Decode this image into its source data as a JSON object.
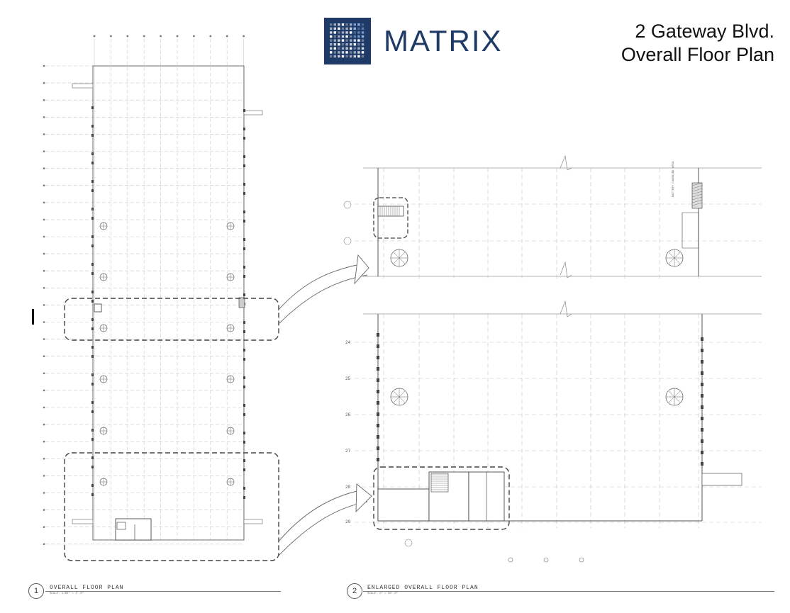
{
  "brand": {
    "logo_text": "MATRIX",
    "logo_color": "#1f3a66"
  },
  "title": {
    "line1": "2 Gateway Blvd.",
    "line2": "Overall Floor Plan"
  },
  "plans": [
    {
      "number": "1",
      "caption": "OVERALL FLOOR PLAN",
      "scale": "SCALE: 1/64\" = 1'-0\""
    },
    {
      "number": "2",
      "caption": "ENLARGED OVERALL FLOOR PLAN",
      "scale": "SCALE: 1\" = 30'-0\""
    }
  ],
  "annotations": {
    "battery_area": "BATTERY CHARGING AREA"
  },
  "enlarged_row_tags": [
    "24",
    "25",
    "26",
    "27",
    "28",
    "29"
  ],
  "colors": {
    "linework": "#9a9a9a",
    "callout": "#444444"
  }
}
